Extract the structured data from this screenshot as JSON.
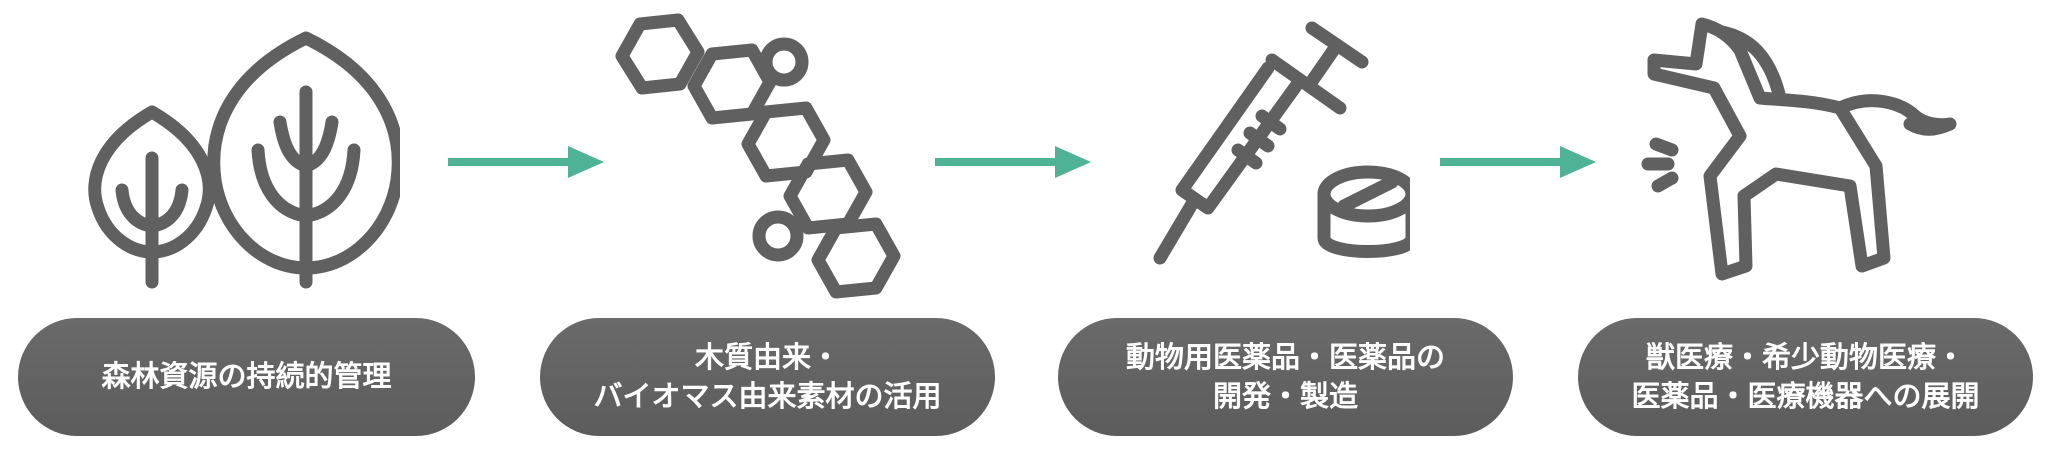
{
  "colors": {
    "icon": "#606060",
    "arrow": "#4db394",
    "pill": "#626262",
    "pill_text": "#ffffff"
  },
  "steps": [
    {
      "icon": "trees-icon",
      "lines": [
        "森林資源の持続的管理"
      ]
    },
    {
      "icon": "molecule-icon",
      "lines": [
        "木質由来・",
        "バイオマス由来素材の活用"
      ]
    },
    {
      "icon": "syringe-pill-icon",
      "lines": [
        "動物用医薬品・医薬品の",
        "開発・製造"
      ]
    },
    {
      "icon": "horse-icon",
      "lines": [
        "獣医療・希少動物医療・",
        "医薬品・医療機器への展開"
      ]
    }
  ]
}
